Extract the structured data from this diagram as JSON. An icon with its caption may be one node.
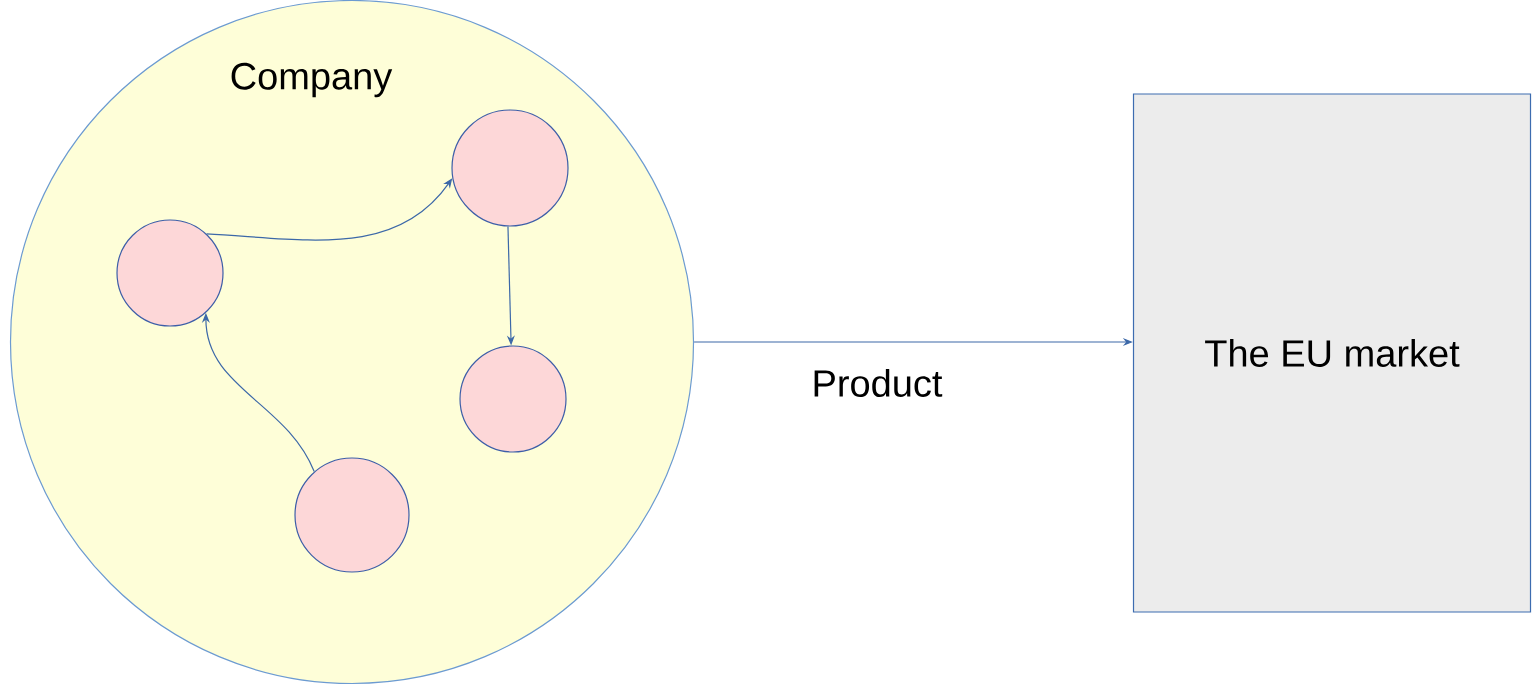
{
  "diagram": {
    "nodes": [
      {
        "text": [
          "Company"
        ]
      },
      {
        "text": [],
        "shape": "circle",
        "in": 0
      },
      {
        "text": [],
        "shape": "circle",
        "in": 0
      },
      {
        "text": [],
        "shape": "circle",
        "in": 0
      },
      {
        "text": [],
        "shape": "circle",
        "in": 0
      },
      {
        "text": [
          "The EU market"
        ]
      }
    ],
    "edges": [
      {
        "from": 1,
        "to": 2,
        "arrow": "to"
      },
      {
        "from": 2,
        "to": 3,
        "arrow": "to"
      },
      {
        "from": 4,
        "to": 1,
        "arrow": "to"
      },
      {
        "from": 0,
        "to": 5,
        "arrow": "to",
        "label": "Product"
      }
    ]
  }
}
